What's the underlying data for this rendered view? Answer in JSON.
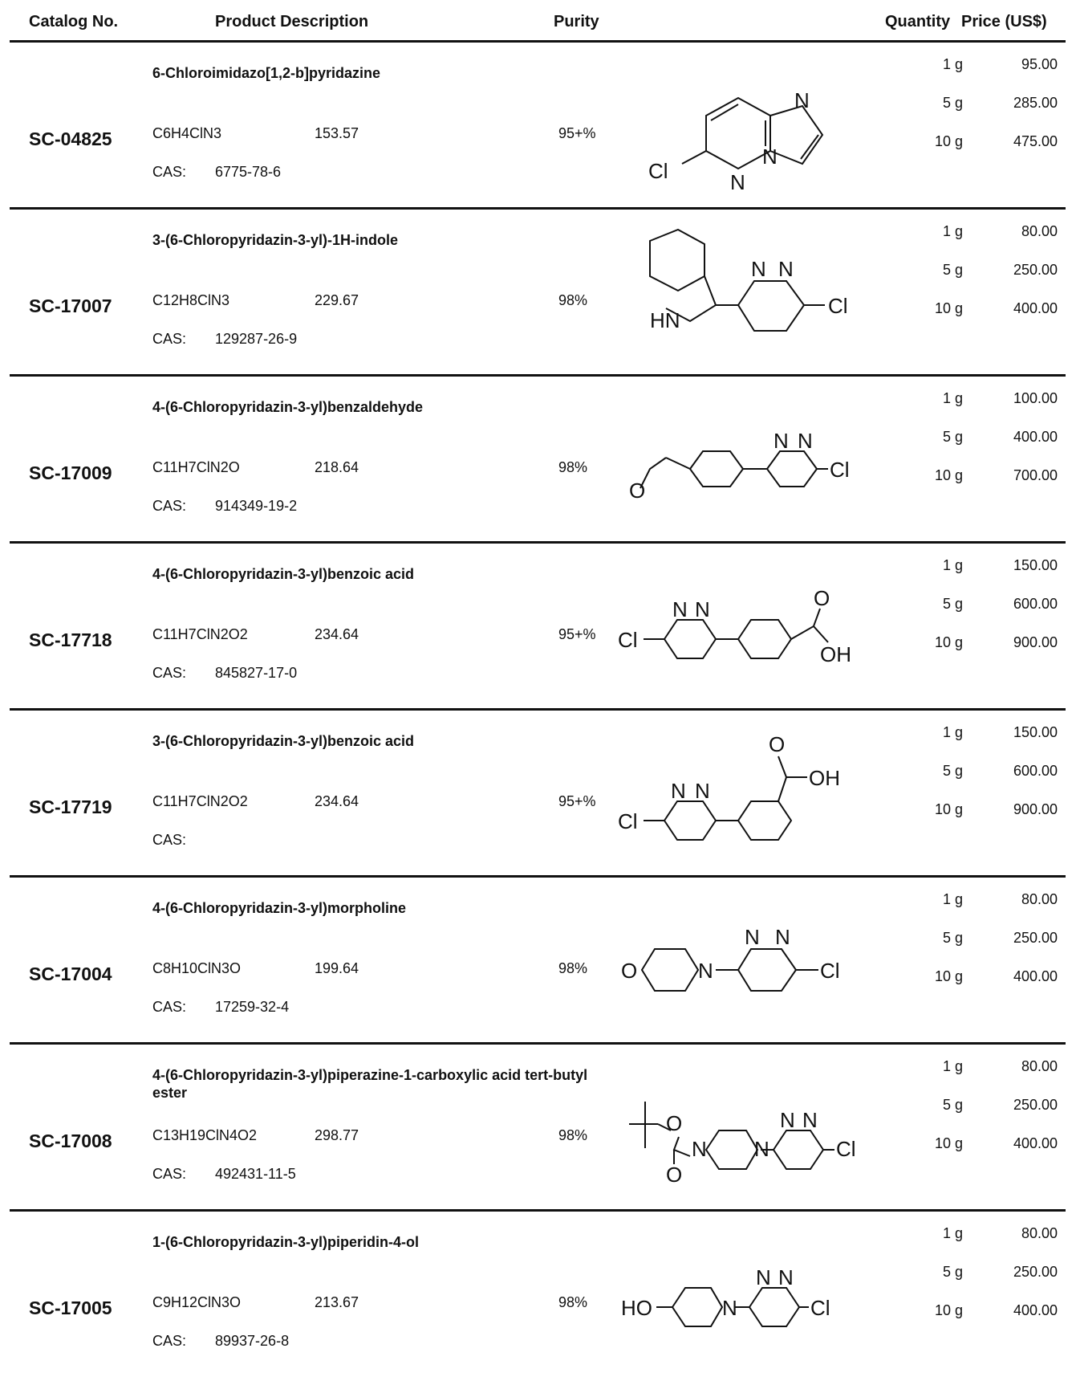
{
  "header": {
    "catalog": "Catalog No.",
    "description": "Product Description",
    "purity": "Purity",
    "quantity": "Quantity",
    "price": "Price (US$)"
  },
  "cas_label": "CAS:",
  "products": [
    {
      "catalog": "SC-04825",
      "name": "6-Chloroimidazo[1,2-b]pyridazine",
      "formula": "C6H4ClN3",
      "mw": "153.57",
      "cas": "6775-78-6",
      "purity": "95+%",
      "q1": "1 g",
      "p1": "95.00",
      "q2": "5 g",
      "p2": "285.00",
      "q3": "10 g",
      "p3": "475.00"
    },
    {
      "catalog": "SC-17007",
      "name": "3-(6-Chloropyridazin-3-yl)-1H-indole",
      "formula": "C12H8ClN3",
      "mw": "229.67",
      "cas": "129287-26-9",
      "purity": "98%",
      "q1": "1 g",
      "p1": "80.00",
      "q2": "5 g",
      "p2": "250.00",
      "q3": "10 g",
      "p3": "400.00"
    },
    {
      "catalog": "SC-17009",
      "name": "4-(6-Chloropyridazin-3-yl)benzaldehyde",
      "formula": "C11H7ClN2O",
      "mw": "218.64",
      "cas": "914349-19-2",
      "purity": "98%",
      "q1": "1 g",
      "p1": "100.00",
      "q2": "5 g",
      "p2": "400.00",
      "q3": "10 g",
      "p3": "700.00"
    },
    {
      "catalog": "SC-17718",
      "name": "4-(6-Chloropyridazin-3-yl)benzoic acid",
      "formula": "C11H7ClN2O2",
      "mw": "234.64",
      "cas": "845827-17-0",
      "purity": "95+%",
      "q1": "1 g",
      "p1": "150.00",
      "q2": "5 g",
      "p2": "600.00",
      "q3": "10 g",
      "p3": "900.00"
    },
    {
      "catalog": "SC-17719",
      "name": "3-(6-Chloropyridazin-3-yl)benzoic acid",
      "formula": "C11H7ClN2O2",
      "mw": "234.64",
      "cas": "",
      "purity": "95+%",
      "q1": "1 g",
      "p1": "150.00",
      "q2": "5 g",
      "p2": "600.00",
      "q3": "10 g",
      "p3": "900.00"
    },
    {
      "catalog": "SC-17004",
      "name": "4-(6-Chloropyridazin-3-yl)morpholine",
      "formula": "C8H10ClN3O",
      "mw": "199.64",
      "cas": "17259-32-4",
      "purity": "98%",
      "q1": "1 g",
      "p1": "80.00",
      "q2": "5 g",
      "p2": "250.00",
      "q3": "10 g",
      "p3": "400.00"
    },
    {
      "catalog": "SC-17008",
      "name": "4-(6-Chloropyridazin-3-yl)piperazine-1-carboxylic acid tert-butyl ester",
      "formula": "C13H19ClN4O2",
      "mw": "298.77",
      "cas": "492431-11-5",
      "purity": "98%",
      "q1": "1 g",
      "p1": "80.00",
      "q2": "5 g",
      "p2": "250.00",
      "q3": "10 g",
      "p3": "400.00"
    },
    {
      "catalog": "SC-17005",
      "name": "1-(6-Chloropyridazin-3-yl)piperidin-4-ol",
      "formula": "C9H12ClN3O",
      "mw": "213.67",
      "cas": "89937-26-8",
      "purity": "98%",
      "q1": "1 g",
      "p1": "80.00",
      "q2": "5 g",
      "p2": "250.00",
      "q3": "10 g",
      "p3": "400.00"
    }
  ],
  "structure_labels": {
    "s0": [
      "N",
      "N",
      "N",
      "Cl"
    ],
    "s1": [
      "N",
      "N",
      "HN",
      "Cl"
    ],
    "s2": [
      "O",
      "N",
      "N",
      "Cl"
    ],
    "s3": [
      "Cl",
      "N",
      "N",
      "O",
      "OH"
    ],
    "s4": [
      "O",
      "OH",
      "N",
      "N",
      "Cl"
    ],
    "s5": [
      "O",
      "N",
      "N",
      "N",
      "Cl"
    ],
    "s6": [
      "O",
      "O",
      "N",
      "N",
      "N",
      "N",
      "Cl"
    ],
    "s7": [
      "HO",
      "N",
      "N",
      "N",
      "Cl"
    ]
  }
}
